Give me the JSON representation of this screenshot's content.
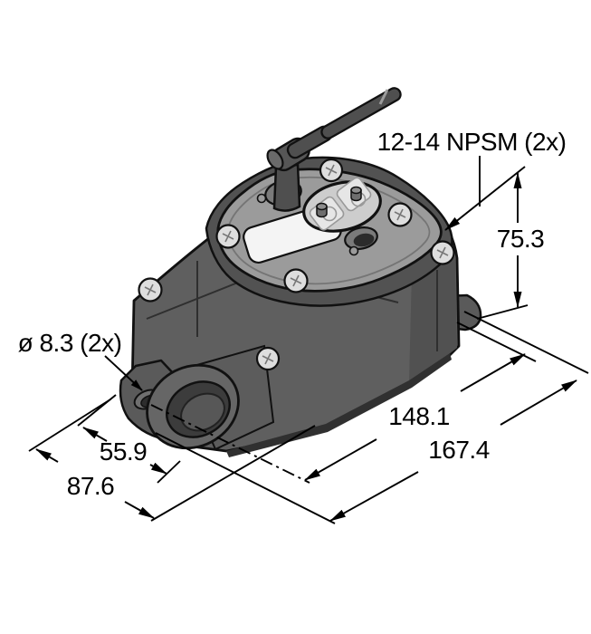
{
  "diagram": {
    "kind": "technical-dimension-drawing",
    "annotations": {
      "thread_spec": "12-14 NPSM (2x)",
      "height": "75.3",
      "mount_hole_diameter": "ø 8.3 (2x)",
      "hole_spacing_length": "148.1",
      "overall_length": "167.4",
      "front_width": "55.9",
      "overall_width": "87.6"
    },
    "colors": {
      "background": "#ffffff",
      "line": "#000000",
      "body_gray": "#5f5f5f",
      "body_dark": "#3a3a3a",
      "platform_gray": "#525252",
      "lid_gray": "#9b9b9b",
      "bezel_gray": "#cdcdcd",
      "panel_light": "#e6e6e6",
      "label_white": "#f4f4f4",
      "screw_gray": "#dedede",
      "antenna_gray": "#4f4f4f"
    }
  }
}
